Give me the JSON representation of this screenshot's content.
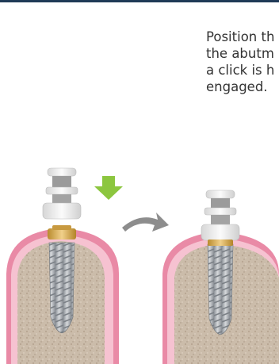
{
  "page": {
    "background": "#ffffff",
    "rule_color": "#1f3a57"
  },
  "instruction": {
    "lines": [
      "Position th",
      "the abutm",
      "a click is h",
      "engaged."
    ],
    "text_color": "#333333"
  },
  "illustration": {
    "steps": [
      {
        "name": "before-engagement",
        "cap_seated": false
      },
      {
        "name": "after-engagement",
        "cap_seated": true
      }
    ],
    "colors": {
      "gum": "#e98aa6",
      "gum_light": "#f6c2d1",
      "bone": "#c9b9a6",
      "implant": "#a9adb3",
      "abutment_gold": "#d6ad52",
      "cap": "#eeeeee",
      "push_arrow": "#8cc63f",
      "curved_arrow": "#8d8d8d"
    }
  }
}
